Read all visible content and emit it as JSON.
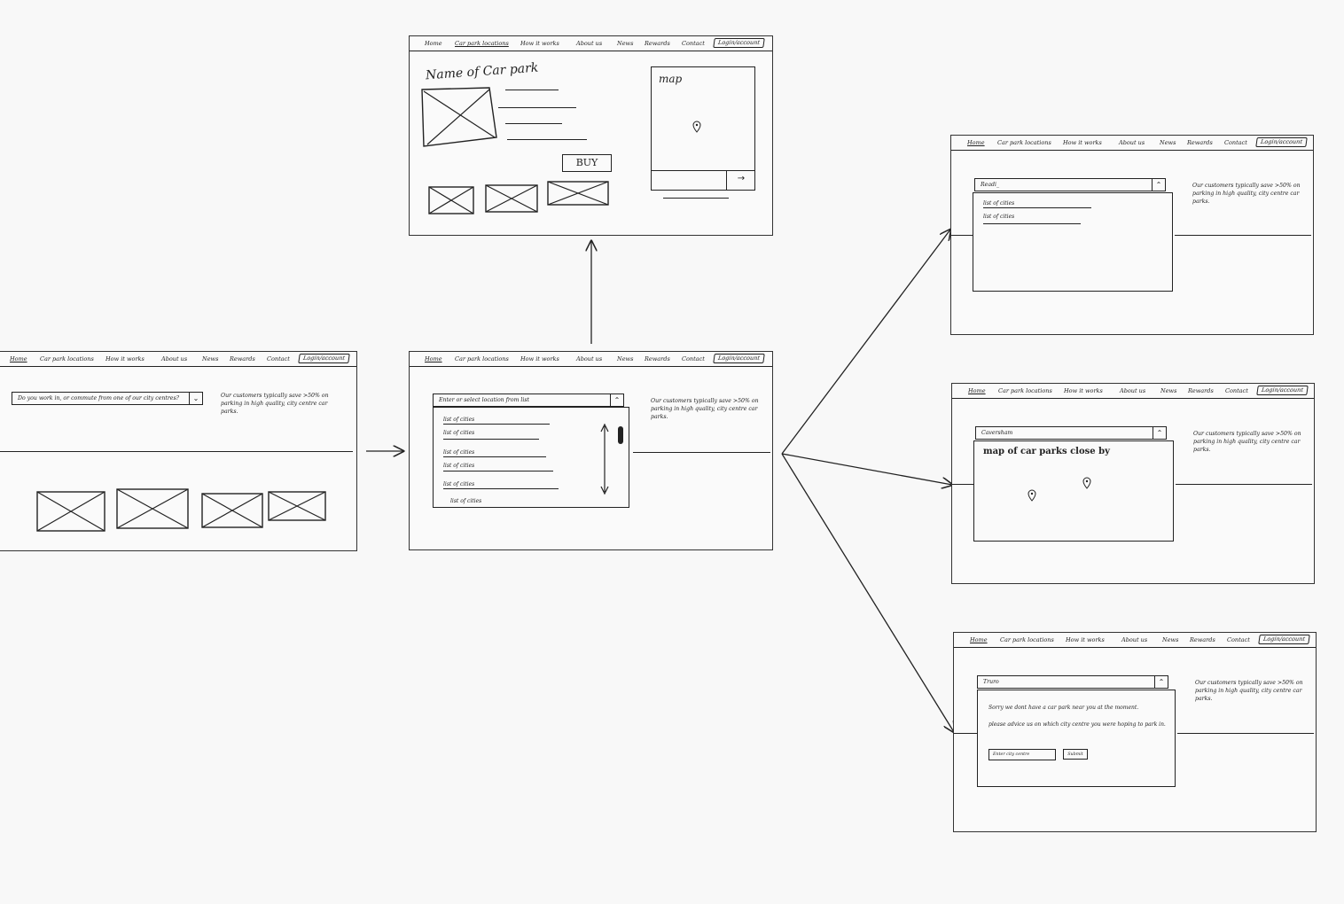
{
  "nav": {
    "home": "Home",
    "car_park_locations": "Car park locations",
    "how_it_works": "How it works",
    "about_us": "About us",
    "news": "News",
    "rewards": "Rewards",
    "contact": "Contact",
    "login": "Login/account"
  },
  "home_screen": {
    "question": "Do you work in, or commute from one of our city centres?",
    "blurb": "Our customers typically save >50% on parking in high quality, city centre car parks."
  },
  "select_screen": {
    "combo_placeholder": "Enter or select location from list",
    "list_items": [
      "list of cities",
      "list of cities",
      "list of cities",
      "list of cities",
      "list of cities",
      "list of cities"
    ],
    "blurb": "Our customers typically save >50% on parking in high quality, city centre car parks."
  },
  "car_park_screen": {
    "name_heading": "Name of Car park",
    "map_label": "map",
    "buy_label": "BUY"
  },
  "reading_screen": {
    "combo_value": "Readi_",
    "list_items": [
      "list of cities",
      "list of cities"
    ],
    "blurb": "Our customers typically save >50% on parking in high quality, city centre car parks."
  },
  "caversham_screen": {
    "combo_value": "Caversham",
    "map_heading": "map of car parks close by",
    "blurb": "Our customers typically save >50% on parking in high quality, city centre car parks."
  },
  "truro_screen": {
    "combo_value": "Truro",
    "sorry_line": "Sorry we dont have a car park near you at the moment.",
    "advice_line": "please advice us on which city centre you were hoping to park in.",
    "city_input_placeholder": "Enter city centre",
    "submit_label": "Submit",
    "blurb": "Our customers typically save >50% on parking in high quality, city centre car parks."
  }
}
